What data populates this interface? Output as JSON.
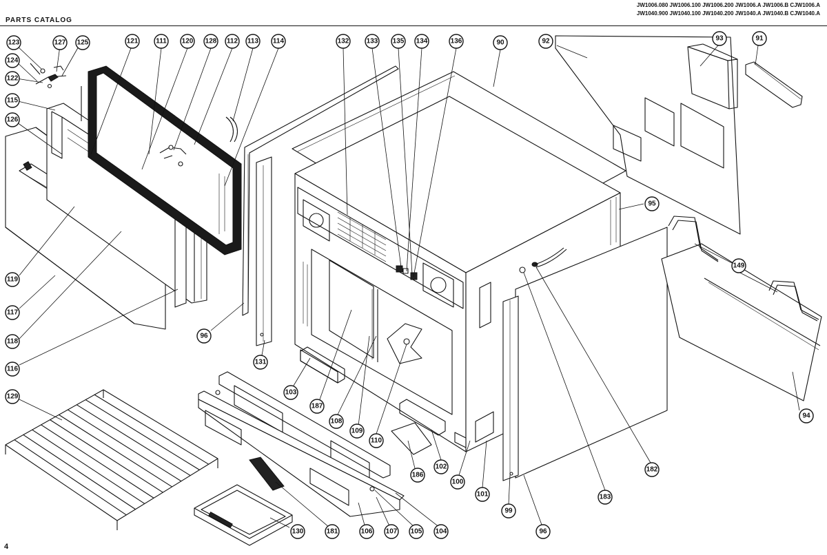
{
  "header": {
    "catalog_label": "PARTS CATALOG",
    "model_lines": [
      "JW1006.080 JW1006.100 JW1006.200 JW1006.A JW1006.B CJW1006.A",
      "JW1040.900 JW1040.100 JW1040.200 JW1040.A JW1040.B CJW1040.A"
    ]
  },
  "page_number": "4",
  "callouts": [
    {
      "id": "c123",
      "label": "123"
    },
    {
      "id": "c127",
      "label": "127"
    },
    {
      "id": "c125",
      "label": "125"
    },
    {
      "id": "c124",
      "label": "124"
    },
    {
      "id": "c122",
      "label": "122"
    },
    {
      "id": "c115",
      "label": "115"
    },
    {
      "id": "c126",
      "label": "126"
    },
    {
      "id": "c121",
      "label": "121"
    },
    {
      "id": "c111",
      "label": "111"
    },
    {
      "id": "c120",
      "label": "120"
    },
    {
      "id": "c128",
      "label": "128"
    },
    {
      "id": "c112",
      "label": "112"
    },
    {
      "id": "c113",
      "label": "113"
    },
    {
      "id": "c114",
      "label": "114"
    },
    {
      "id": "c132",
      "label": "132"
    },
    {
      "id": "c133",
      "label": "133"
    },
    {
      "id": "c135",
      "label": "135"
    },
    {
      "id": "c134",
      "label": "134"
    },
    {
      "id": "c136",
      "label": "136"
    },
    {
      "id": "c90",
      "label": "90"
    },
    {
      "id": "c92",
      "label": "92"
    },
    {
      "id": "c93",
      "label": "93"
    },
    {
      "id": "c91",
      "label": "91"
    },
    {
      "id": "c95",
      "label": "95"
    },
    {
      "id": "c149",
      "label": "149"
    },
    {
      "id": "c94",
      "label": "94"
    },
    {
      "id": "c119",
      "label": "119"
    },
    {
      "id": "c117",
      "label": "117"
    },
    {
      "id": "c118",
      "label": "118"
    },
    {
      "id": "c116",
      "label": "116"
    },
    {
      "id": "c96a",
      "label": "96"
    },
    {
      "id": "c131",
      "label": "131"
    },
    {
      "id": "c103",
      "label": "103"
    },
    {
      "id": "c187",
      "label": "187"
    },
    {
      "id": "c108",
      "label": "108"
    },
    {
      "id": "c109",
      "label": "109"
    },
    {
      "id": "c110",
      "label": "110"
    },
    {
      "id": "c186",
      "label": "186"
    },
    {
      "id": "c102",
      "label": "102"
    },
    {
      "id": "c100",
      "label": "100"
    },
    {
      "id": "c101",
      "label": "101"
    },
    {
      "id": "c99",
      "label": "99"
    },
    {
      "id": "c96b",
      "label": "96"
    },
    {
      "id": "c183",
      "label": "183"
    },
    {
      "id": "c182",
      "label": "182"
    },
    {
      "id": "c129",
      "label": "129"
    },
    {
      "id": "c130",
      "label": "130"
    },
    {
      "id": "c181",
      "label": "181"
    },
    {
      "id": "c106",
      "label": "106"
    },
    {
      "id": "c107",
      "label": "107"
    },
    {
      "id": "c105",
      "label": "105"
    },
    {
      "id": "c104",
      "label": "104"
    }
  ]
}
